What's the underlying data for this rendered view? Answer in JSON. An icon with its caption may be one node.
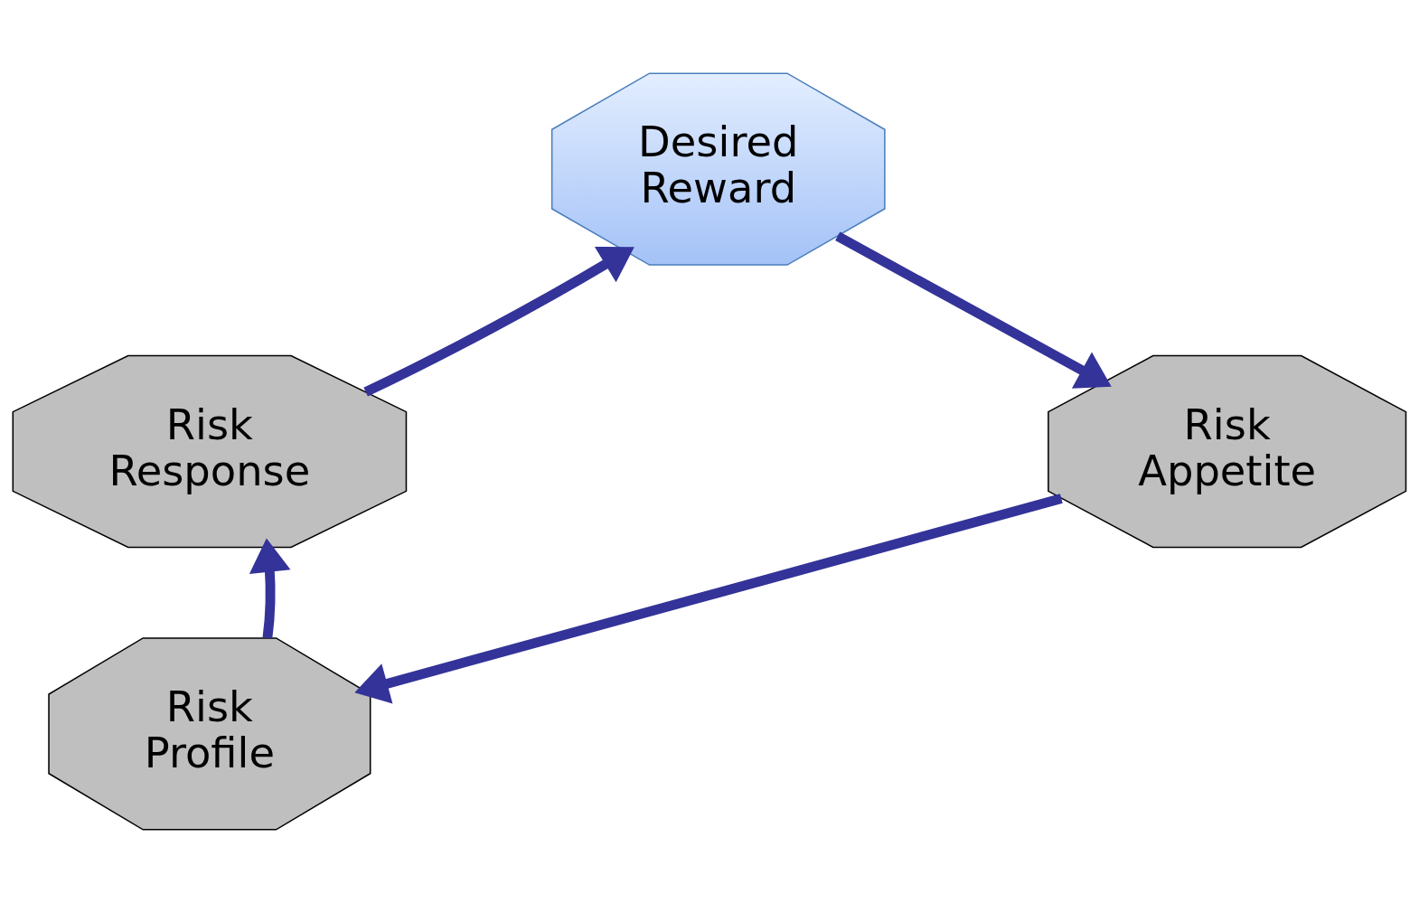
{
  "diagram": {
    "nodes": [
      {
        "text": [
          "Desired Reward"
        ]
      },
      {
        "text": [
          "Risk Appetite"
        ]
      },
      {
        "text": [
          "Risk Profile"
        ]
      },
      {
        "text": [
          "Risk Response"
        ]
      }
    ],
    "edges": [
      {
        "from": 0,
        "to": 1,
        "arrow": "to"
      },
      {
        "from": 1,
        "to": 2,
        "arrow": "to"
      },
      {
        "from": 2,
        "to": 3,
        "arrow": "to"
      },
      {
        "from": 3,
        "to": 0,
        "arrow": "to"
      }
    ]
  }
}
